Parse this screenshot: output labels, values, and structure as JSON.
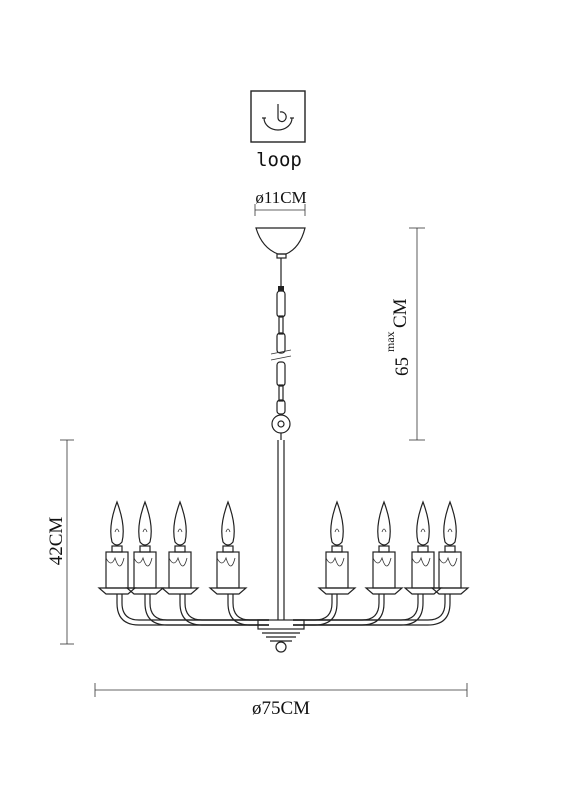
{
  "mount_icon": {
    "name": "loop-icon",
    "label": "loop"
  },
  "dimensions": {
    "canopy_diameter": "ø11CM",
    "drop_length_value": "65",
    "drop_length_qualifier": "max",
    "drop_length_unit": "CM",
    "body_height": "42CM",
    "overall_diameter": "ø75CM"
  },
  "arms": {
    "count": 8
  },
  "colors": {
    "line": "#222222",
    "background": "#ffffff"
  }
}
